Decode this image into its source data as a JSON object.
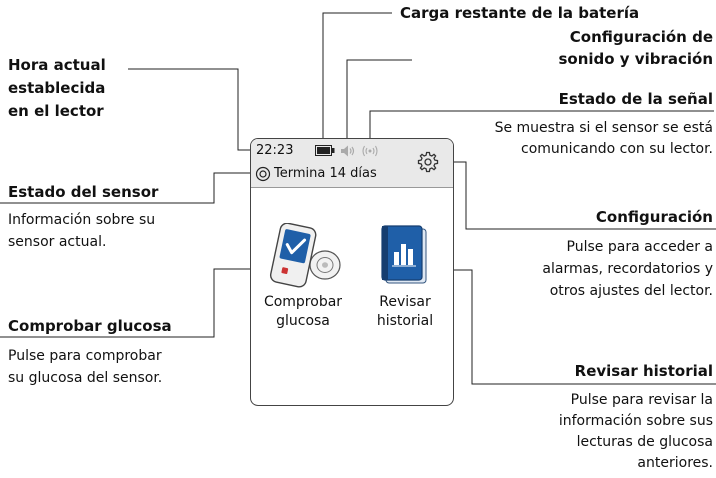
{
  "callouts": {
    "battery": {
      "title": "Carga restante de la batería"
    },
    "sound": {
      "title_line1": "Configuración de",
      "title_line2": "sonido y vibración"
    },
    "signal": {
      "title": "Estado de la señal",
      "desc_line1": "Se muestra si el sensor se está",
      "desc_line2": "comunicando con su lector."
    },
    "time": {
      "title_line1": "Hora actual",
      "title_line2": "establecida",
      "title_line3": "en el lector"
    },
    "sensor": {
      "title": "Estado del sensor",
      "desc_line1": "Información sobre su",
      "desc_line2": "sensor actual."
    },
    "settings": {
      "title": "Configuración",
      "desc_line1": "Pulse para acceder a",
      "desc_line2": "alarmas, recordatorios y",
      "desc_line3": "otros ajustes del lector."
    },
    "check": {
      "title": "Comprobar glucosa",
      "desc_line1": "Pulse para comprobar",
      "desc_line2": "su glucosa del sensor."
    },
    "history": {
      "title": "Revisar historial",
      "desc_line1": "Pulse para revisar la",
      "desc_line2": "información sobre sus",
      "desc_line3": "lecturas de glucosa",
      "desc_line4": "anteriores."
    }
  },
  "device": {
    "time": "22:23",
    "sensor_status": "Termina 14 días",
    "check_button": {
      "line1": "Comprobar",
      "line2": "glucosa",
      "icon": "reader-sensor-icon"
    },
    "history_button": {
      "line1": "Revisar",
      "line2": "historial",
      "icon": "history-book-icon"
    },
    "status_icons": [
      "battery-icon",
      "speaker-icon",
      "signal-icon",
      "gear-icon",
      "sensor-icon"
    ],
    "colors": {
      "accent_blue": "#1f5fa8",
      "status_bar": "#e9e9e9"
    }
  }
}
